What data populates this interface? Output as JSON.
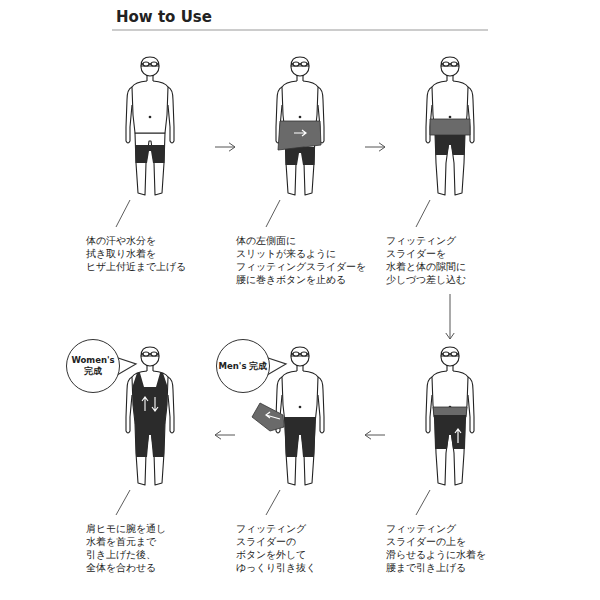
{
  "diagram": {
    "title": "How to Use",
    "nodes": [
      {
        "text": [
          "体の汗や水分を 拭き取り水着を ヒザ上付近まで上げる"
        ]
      },
      {
        "text": [
          "体の左側面に スリットが来るように フィッティングスライダーを 腰に巻きボタンを止める"
        ]
      },
      {
        "text": [
          "フィッティング スライダーを 水着と体の隙間に 少しづつ差し込む"
        ]
      },
      {
        "text": [
          "フィッティング スライダーの上を 滑らせるように水着を 腰まで引き上げる"
        ]
      },
      {
        "text": [
          "フィッティング スライダーの ボタンを外して ゆっくり引き抜く"
        ]
      },
      {
        "text": [
          "肩ヒモに腕を通し 水着を首元まで 引き上げた後、 全体を合わせる"
        ]
      },
      {
        "text": [
          "Men's 完成"
        ]
      },
      {
        "text": [
          "Women's 完成"
        ]
      }
    ],
    "edges": [
      {
        "from": 0,
        "to": 1,
        "arrow": "to"
      },
      {
        "from": 1,
        "to": 2,
        "arrow": "to"
      },
      {
        "from": 2,
        "to": 3,
        "arrow": "to"
      },
      {
        "from": 3,
        "to": 4,
        "arrow": "to"
      },
      {
        "from": 4,
        "to": 5,
        "arrow": "to"
      }
    ]
  }
}
